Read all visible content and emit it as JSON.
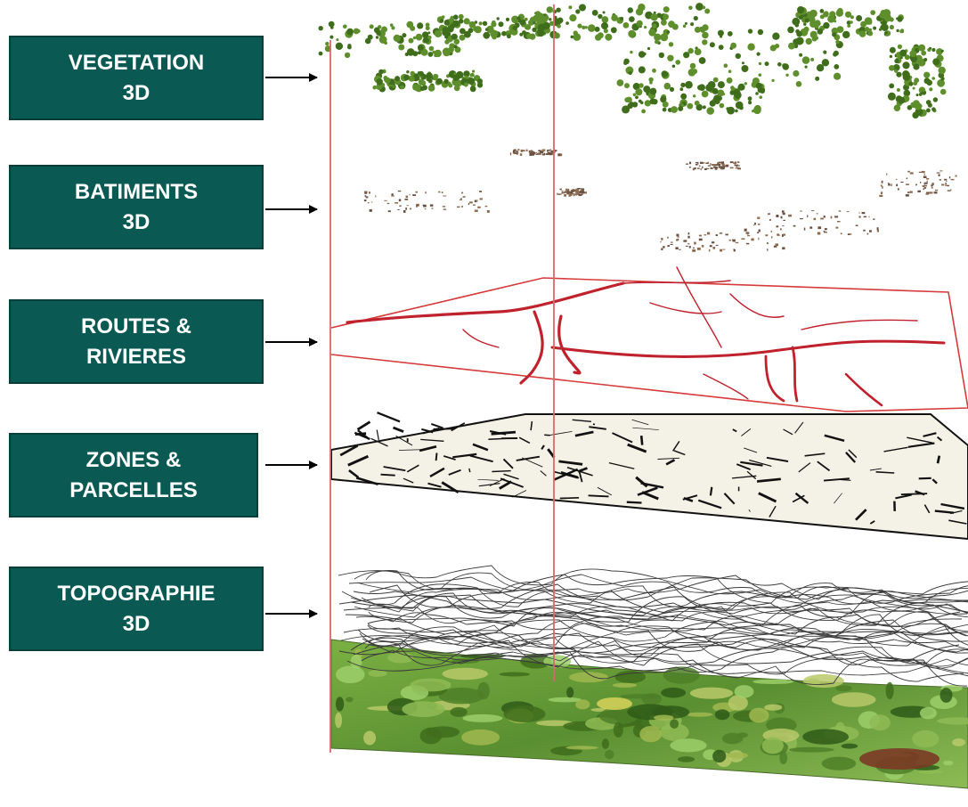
{
  "layers": [
    {
      "id": "vegetation",
      "label": "VEGETATION\n3D"
    },
    {
      "id": "batiments",
      "label": "BATIMENTS\n3D"
    },
    {
      "id": "routes",
      "label": "ROUTES &\nRIVIERES"
    },
    {
      "id": "zones",
      "label": "ZONES &\nPARCELLES"
    },
    {
      "id": "topographie",
      "label": "TOPOGRAPHIE\n3D"
    }
  ],
  "colors": {
    "label_bg": "#0b5953",
    "label_text": "#ffffff",
    "axis": "#d66a6a",
    "vegetation": "#5e8f2c",
    "buildings": "#8b6a4f",
    "roads": "#c0222d",
    "zones": "#111111",
    "contours": "#3a3a3a",
    "terrain": "#6f9f3d"
  }
}
